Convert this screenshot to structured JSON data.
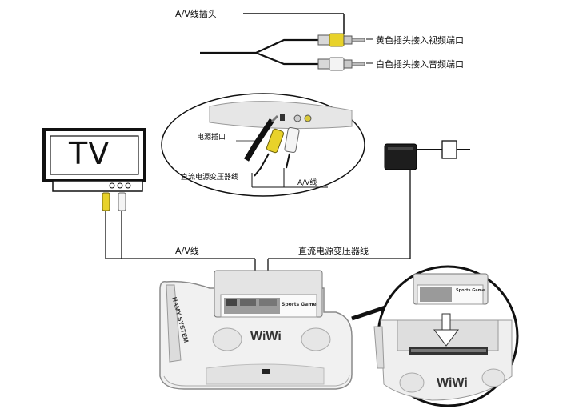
{
  "labels": {
    "av_plug": "A/V线插头",
    "yellow_plug": "黄色插头接入视频端口",
    "white_plug": "白色插头接入音频端口",
    "power_socket": "电源插口",
    "dc_adapter_inset": "直流电源变压器线",
    "av_cable_inset": "A/V线",
    "av_cable": "A/V线",
    "dc_adapter_cable": "直流电源变压器线"
  },
  "tv": {
    "text": "TV"
  },
  "console": {
    "brand": "WiWi",
    "side_label": "HAMY SYSTEM",
    "cartridge_label": "Sports Game"
  },
  "inset": {
    "brand": "WiWi",
    "cartridge_label": "Sports Game"
  }
}
